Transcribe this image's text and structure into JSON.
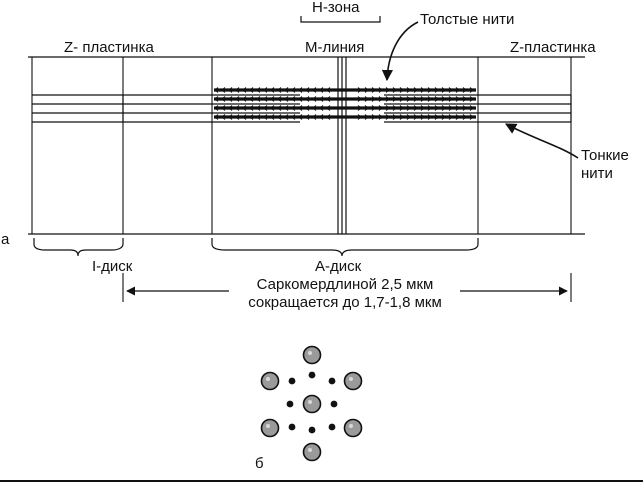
{
  "labels": {
    "h_zone": "H-зона",
    "thick_filaments": "Толстые нити",
    "z_plate_left": "Z- пластинка",
    "m_line": "М-линия",
    "z_plate_right": "Z-пластинка",
    "thin_filaments_1": "Тонкие",
    "thin_filaments_2": "нити",
    "panel_a": "а",
    "i_disk": "I-диск",
    "a_disk": "А-диск",
    "sarcomere_line1": "Саркомердлиной 2,5 мкм",
    "sarcomere_line2": "сокращается до 1,7-1,8 мкм",
    "panel_b": "б"
  },
  "colors": {
    "ink": "#111111",
    "fiber_fill": "#9a9a9a",
    "background": "#ffffff"
  }
}
